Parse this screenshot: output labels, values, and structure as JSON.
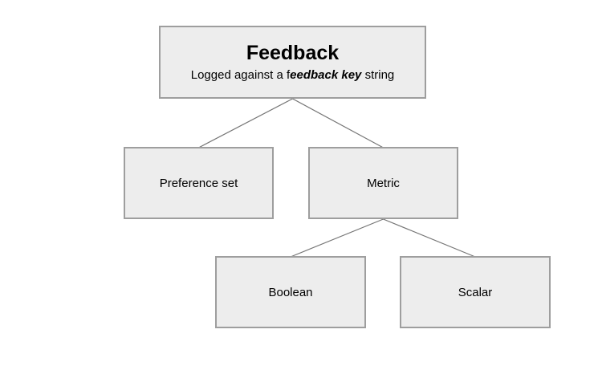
{
  "diagram": {
    "root": {
      "title": "Feedback",
      "subtitle_prefix": "Logged against a f",
      "subtitle_emphasis": "eedback key",
      "subtitle_suffix": " string"
    },
    "nodes": {
      "preference_set": {
        "label": "Preference set"
      },
      "metric": {
        "label": "Metric"
      },
      "boolean": {
        "label": "Boolean"
      },
      "scalar": {
        "label": "Scalar"
      }
    },
    "colors": {
      "box_fill": "#ededed",
      "box_border": "#9e9e9e",
      "connector": "#757575",
      "text": "#000000",
      "background": "#ffffff"
    }
  }
}
